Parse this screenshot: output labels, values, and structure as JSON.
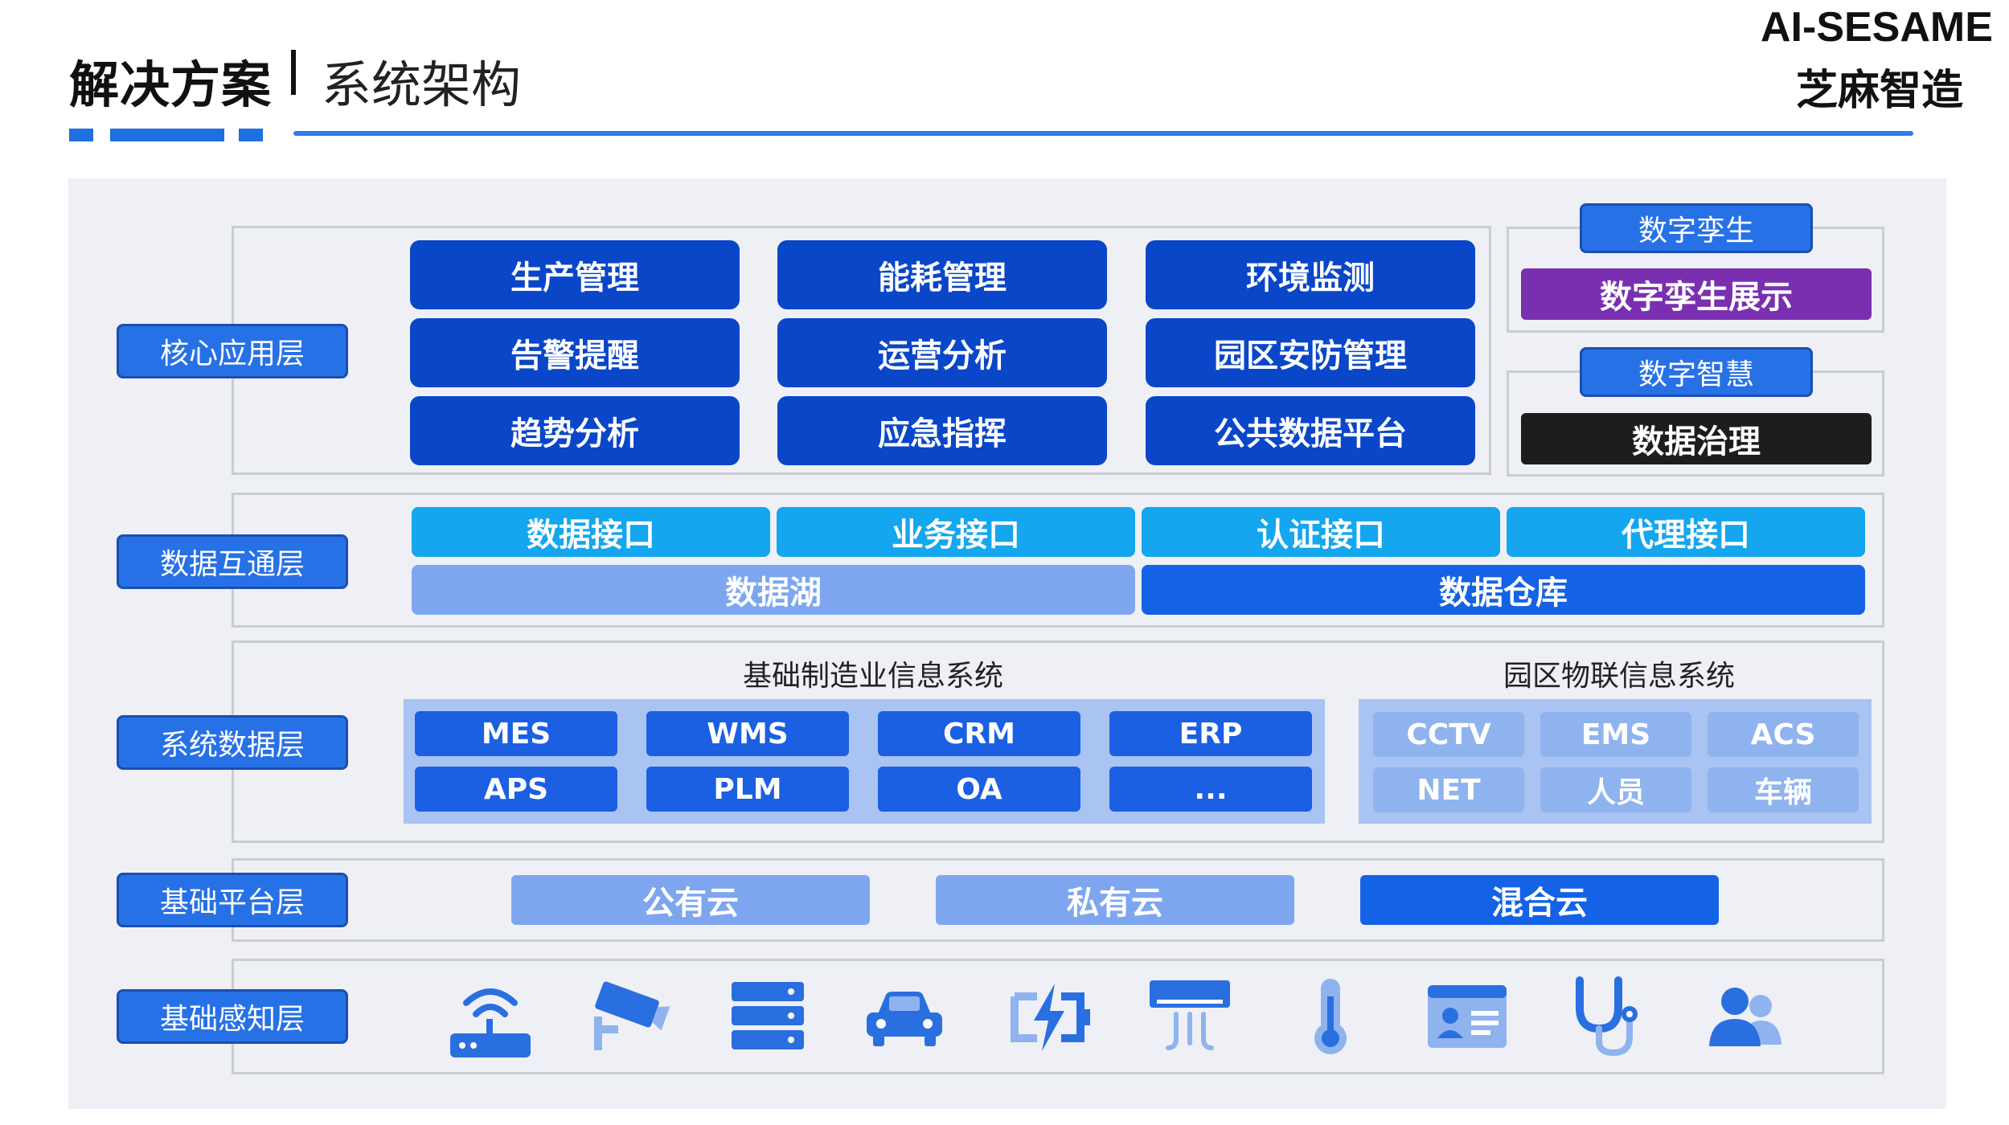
{
  "header": {
    "title": "解决方案",
    "subtitle": "系统架构",
    "brand_line1": "AI-SESAME",
    "brand_line2": "芝麻智造"
  },
  "layers": {
    "core": "核心应用层",
    "data_exchange": "数据互通层",
    "system_data": "系统数据层",
    "platform": "基础平台层",
    "perception": "基础感知层"
  },
  "core_apps": [
    "生产管理",
    "能耗管理",
    "环境监测",
    "告警提醒",
    "运营分析",
    "园区安防管理",
    "趋势分析",
    "应急指挥",
    "公共数据平台"
  ],
  "digital_twin": {
    "heading": "数字孪生",
    "item": "数字孪生展示"
  },
  "digital_smart": {
    "heading": "数字智慧",
    "item": "数据治理"
  },
  "interfaces": [
    "数据接口",
    "业务接口",
    "认证接口",
    "代理接口"
  ],
  "data_lake": "数据湖",
  "data_warehouse": "数据仓库",
  "manufacturing": {
    "title": "基础制造业信息系统",
    "items": [
      "MES",
      "WMS",
      "CRM",
      "ERP",
      "APS",
      "PLM",
      "OA",
      "..."
    ]
  },
  "park_iot": {
    "title": "园区物联信息系统",
    "items": [
      "CCTV",
      "EMS",
      "ACS",
      "NET",
      "人员",
      "车辆"
    ]
  },
  "clouds": [
    "公有云",
    "私有云",
    "混合云"
  ],
  "icons": [
    "wifi-router-icon",
    "camera-icon",
    "server-icon",
    "car-icon",
    "battery-charge-icon",
    "air-conditioner-icon",
    "thermometer-icon",
    "id-card-icon",
    "stethoscope-icon",
    "people-icon"
  ],
  "colors": {
    "accent": "#1e6fe0",
    "core_button": "#0a46c8",
    "interface_button": "#14a6ee",
    "twin_display": "#7a2fb0",
    "governance": "#1d1d1d",
    "icon": "#2a6fe0"
  }
}
